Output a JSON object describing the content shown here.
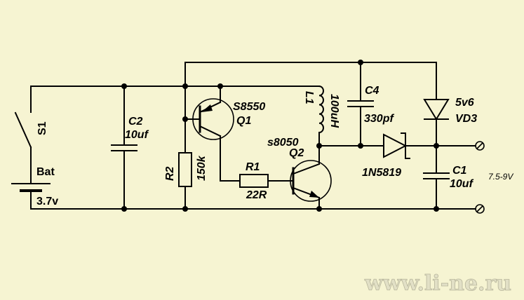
{
  "components": {
    "s1": {
      "ref": "S1"
    },
    "bat": {
      "ref": "Bat",
      "value": "3.7v"
    },
    "c2": {
      "ref": "C2",
      "value": "10uf"
    },
    "r2": {
      "ref": "R2",
      "value": "150k"
    },
    "q1": {
      "ref": "Q1",
      "part": "S8550"
    },
    "r1": {
      "ref": "R1",
      "value": "22R"
    },
    "q2": {
      "ref": "Q2",
      "part": "s8050"
    },
    "l1": {
      "ref": "L1",
      "value": "100uH"
    },
    "c4": {
      "ref": "C4",
      "value": "330pf"
    },
    "d1": {
      "part": "1N5819"
    },
    "vd3": {
      "ref": "VD3",
      "value": "5v6"
    },
    "c1": {
      "ref": "C1",
      "value": "10uf"
    }
  },
  "output": {
    "voltage": "7.5-9V"
  },
  "watermark": "www.li-ne.ru"
}
